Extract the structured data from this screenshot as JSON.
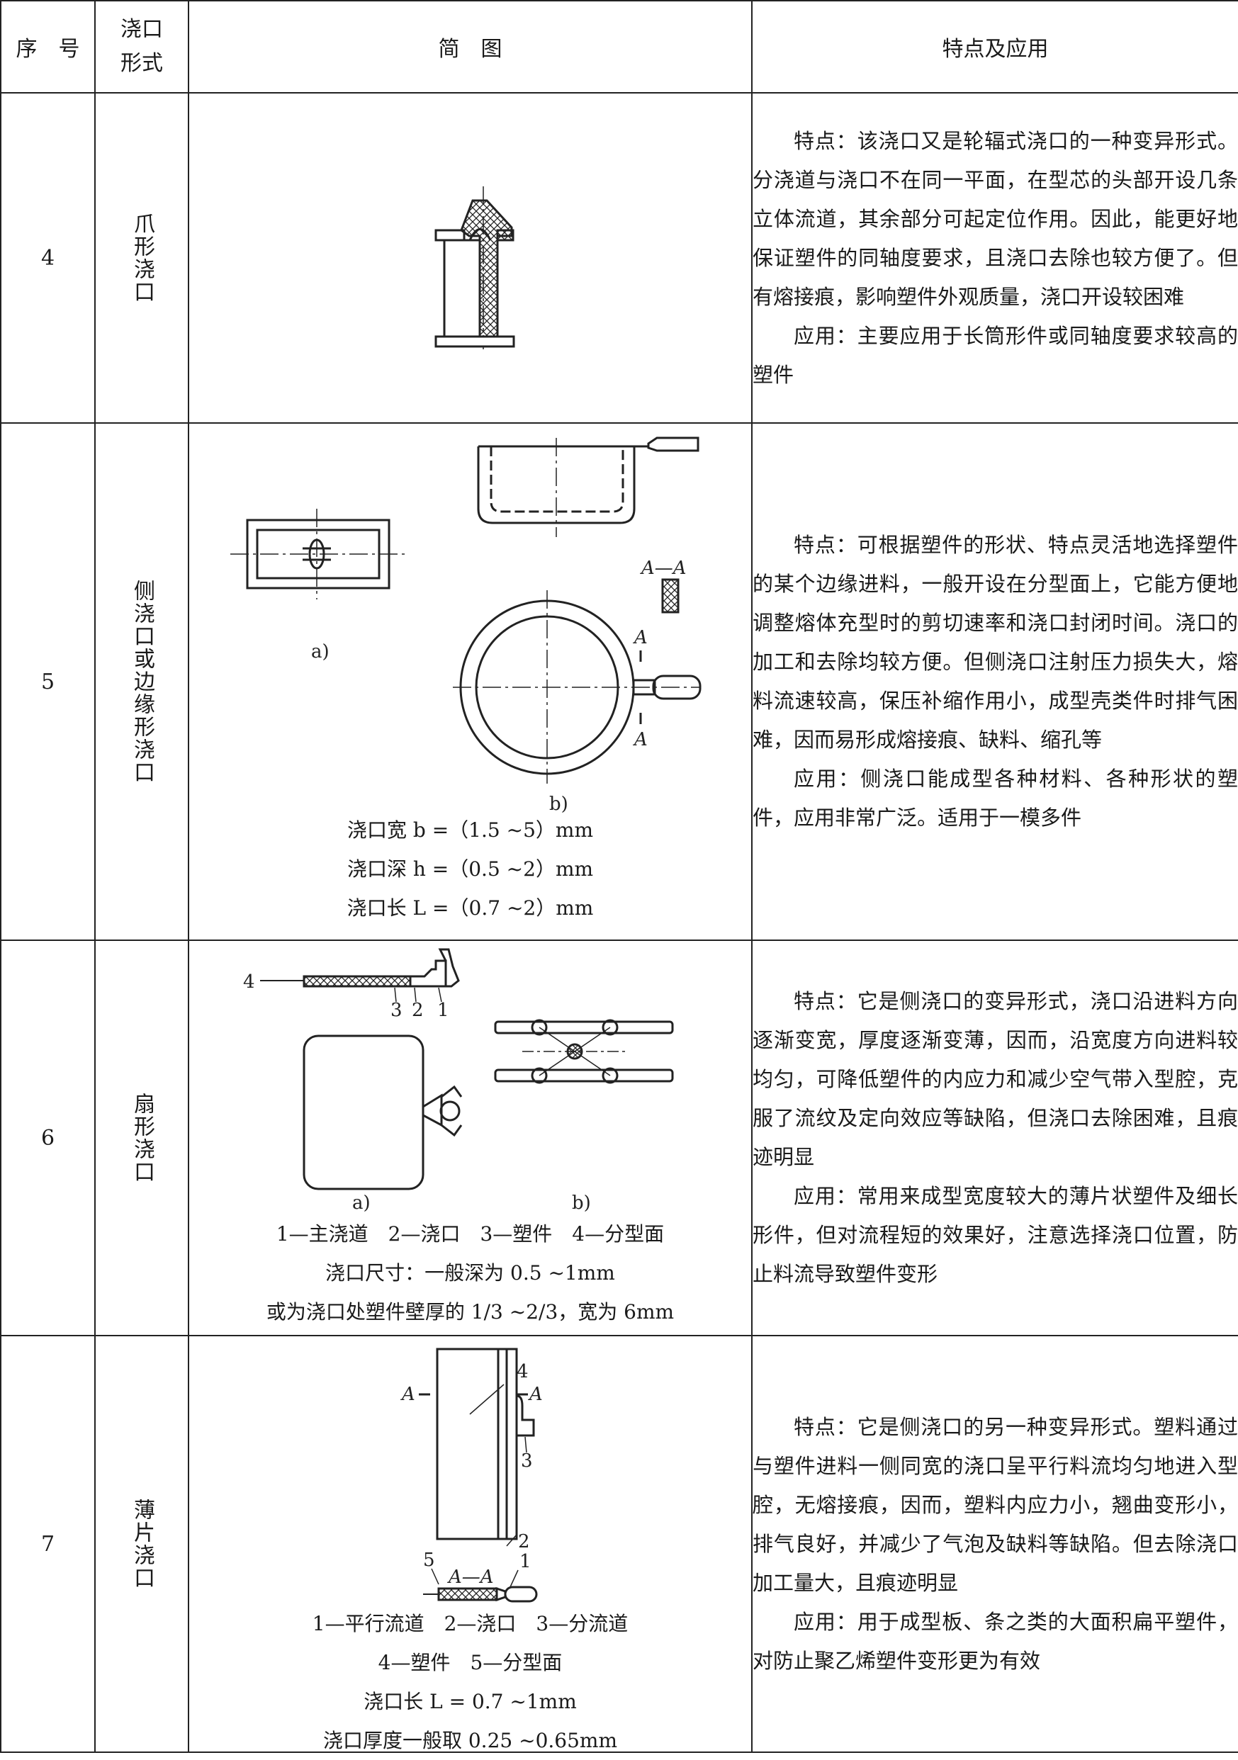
{
  "header": {
    "col1": "序　号",
    "col2_line1": "浇口",
    "col2_line2": "形式",
    "col3": "简　图",
    "col4": "特点及应用"
  },
  "rows": [
    {
      "no": "4",
      "type": "爪形浇口",
      "feature": "特点：该浇口又是轮辐式浇口的一种变异形式。分浇道与浇口不在同一平面，在型芯的头部开设几条立体流道，其余部分可起定位作用。因此，能更好地保证塑件的同轴度要求，且浇口去除也较方便了。但有熔接痕，影响塑件外观质量，浇口开设较困难",
      "application": "应用：主要应用于长筒形件或同轴度要求较高的塑件"
    },
    {
      "no": "5",
      "type": "侧浇口或边缘形浇口",
      "labels": {
        "a": "a)",
        "b": "b)",
        "section": "A—A",
        "A": "A"
      },
      "captions": [
        "浇口宽 b =（1.5 ~5）mm",
        "浇口深 h =（0.5 ~2）mm",
        "浇口长 L =（0.7 ~2）mm"
      ],
      "feature": "特点：可根据塑件的形状、特点灵活地选择塑件的某个边缘进料，一般开设在分型面上，它能方便地调整熔体充型时的剪切速率和浇口封闭时间。浇口的加工和去除均较方便。但侧浇口注射压力损失大，熔料流速较高，保压补缩作用小，成型壳类件时排气困难，因而易形成熔接痕、缺料、缩孔等",
      "application": "应用：侧浇口能成型各种材料、各种形状的塑件，应用非常广泛。适用于一模多件"
    },
    {
      "no": "6",
      "type": "扇形浇口",
      "labels": {
        "a": "a)",
        "b": "b)",
        "n1": "1",
        "n2": "2",
        "n3": "3",
        "n4": "4"
      },
      "captions": [
        "1—主浇道　2—浇口　3—塑件　4—分型面",
        "浇口尺寸：一般深为 0.5 ~1mm",
        "或为浇口处塑件壁厚的 1/3 ~2/3，宽为 6mm"
      ],
      "feature": "特点：它是侧浇口的变异形式，浇口沿进料方向逐渐变宽，厚度逐渐变薄，因而，沿宽度方向进料较均匀，可降低塑件的内应力和减少空气带入型腔，克服了流纹及定向效应等缺陷，但浇口去除困难，且痕迹明显",
      "application": "应用：常用来成型宽度较大的薄片状塑件及细长形件，但对流程短的效果好，注意选择浇口位置，防止料流导致塑件变形"
    },
    {
      "no": "7",
      "type": "薄片浇口",
      "labels": {
        "A": "A",
        "section": "A—A",
        "n1": "1",
        "n2": "2",
        "n3": "3",
        "n4": "4",
        "n5": "5"
      },
      "captions": [
        "1—平行流道　2—浇口　3—分流道",
        "4—塑件　5—分型面",
        "浇口长 L = 0.7 ~1mm",
        "浇口厚度一般取 0.25 ~0.65mm"
      ],
      "feature": "特点：它是侧浇口的另一种变异形式。塑料通过与塑件进料一侧同宽的浇口呈平行料流均匀地进入型腔，无熔接痕，因而，塑料内应力小，翘曲变形小，排气良好，并减少了气泡及缺料等缺陷。但去除浇口加工量大，且痕迹明显",
      "application": "应用：用于成型板、条之类的大面积扁平塑件，对防止聚乙烯塑件变形更为有效"
    }
  ]
}
